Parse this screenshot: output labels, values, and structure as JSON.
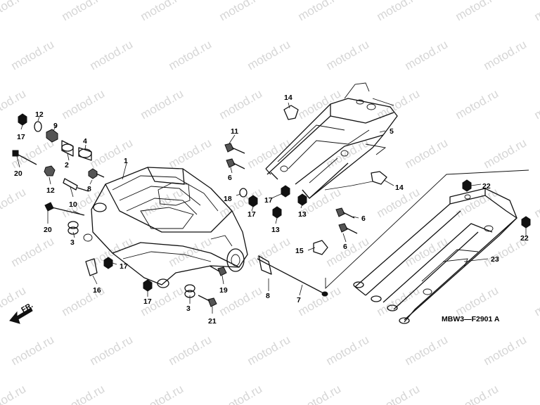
{
  "watermark": "motod.ru",
  "diagram_code": "MBW3—F2901 A",
  "direction_label": "FR.",
  "callouts": [
    "1",
    "2",
    "3",
    "3",
    "4",
    "5",
    "6",
    "6",
    "6",
    "7",
    "8",
    "8",
    "9",
    "10",
    "11",
    "12",
    "12",
    "13",
    "13",
    "14",
    "14",
    "15",
    "16",
    "17",
    "17",
    "17",
    "17",
    "17",
    "18",
    "19",
    "20",
    "20",
    "21",
    "22",
    "22",
    "23"
  ]
}
